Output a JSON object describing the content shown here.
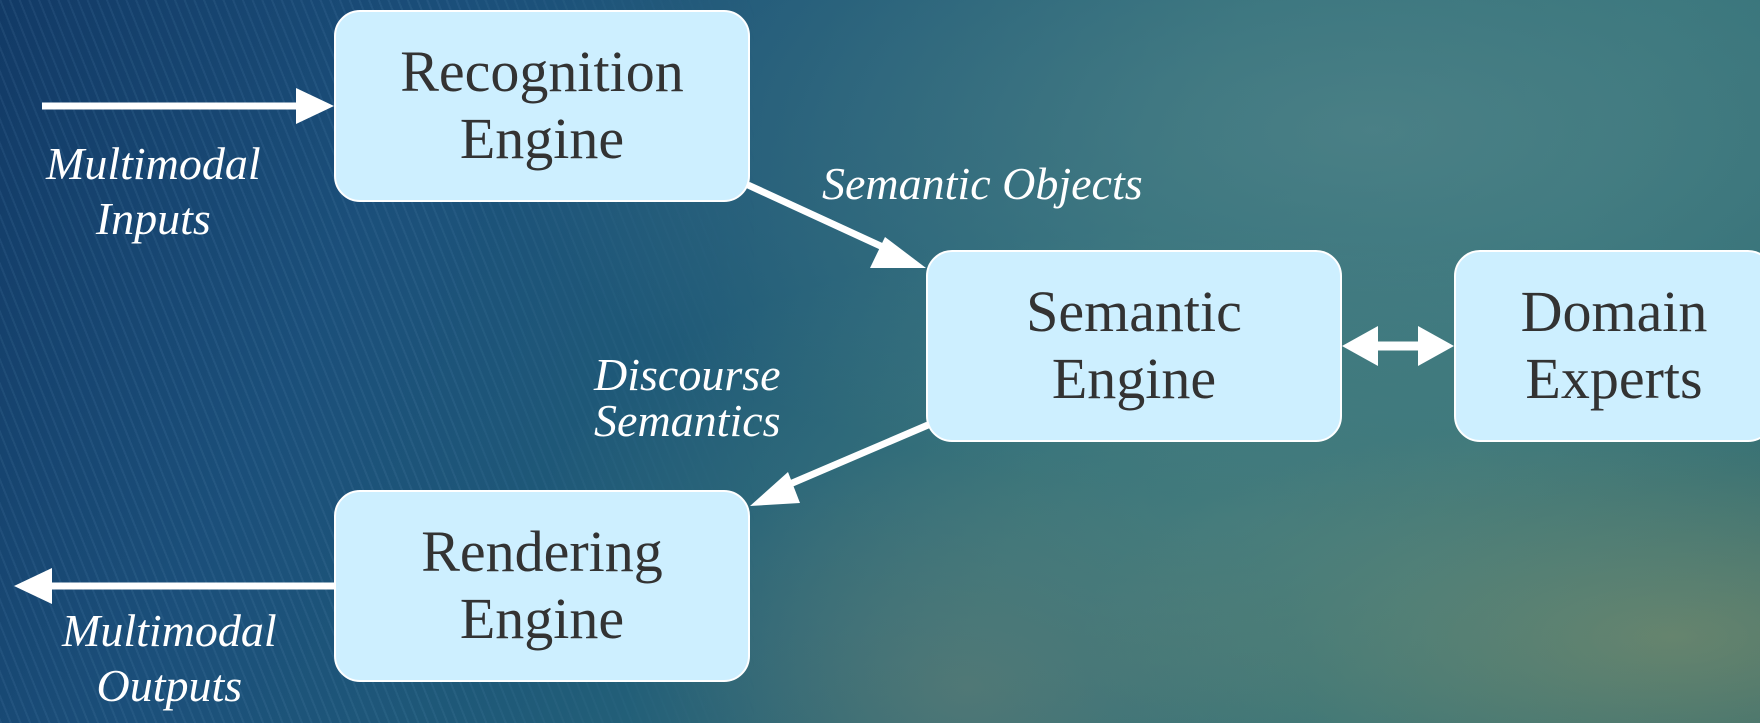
{
  "colors": {
    "box_fill": "#cdefff",
    "box_text": "#333333",
    "arrow": "#ffffff",
    "label_text": "#ffffff"
  },
  "boxes": {
    "recognition": {
      "line1": "Recognition",
      "line2": "Engine"
    },
    "semantic": {
      "line1": "Semantic",
      "line2": "Engine"
    },
    "domain": {
      "line1": "Domain",
      "line2": "Experts"
    },
    "rendering": {
      "line1": "Rendering",
      "line2": "Engine"
    }
  },
  "labels": {
    "inputs": {
      "line1": "Multimodal",
      "line2": "Inputs"
    },
    "semantic_objects": "Semantic Objects",
    "discourse": {
      "line1": "Discourse",
      "line2": "Semantics"
    },
    "outputs": {
      "line1": "Multimodal",
      "line2": "Outputs"
    }
  }
}
